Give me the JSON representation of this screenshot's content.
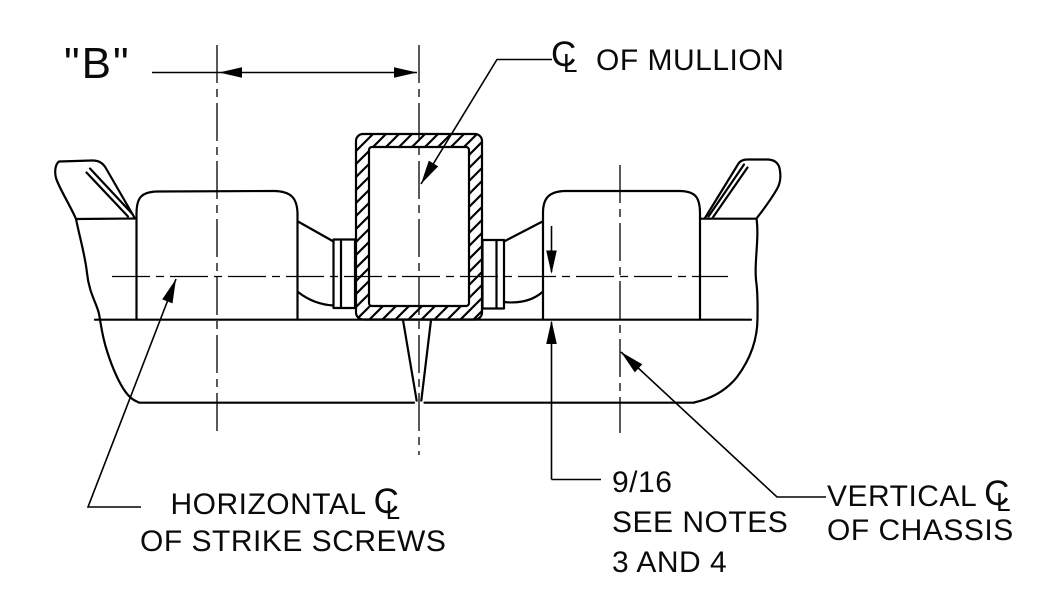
{
  "drawing": {
    "background": "#ffffff",
    "line_color": "#000000",
    "labels": {
      "b_dimension": "\"B\"",
      "mullion_text": "OF MULLION",
      "strike_line1": "HORIZONTAL",
      "strike_line2": "OF STRIKE SCREWS",
      "dim_916_line1": "9/16",
      "dim_916_line2": "SEE NOTES",
      "dim_916_line3": "3 AND 4",
      "chassis_line1": "VERTICAL",
      "chassis_line2": "OF CHASSIS"
    },
    "symbols": {
      "centerline_c": "C",
      "centerline_l": "L"
    }
  }
}
